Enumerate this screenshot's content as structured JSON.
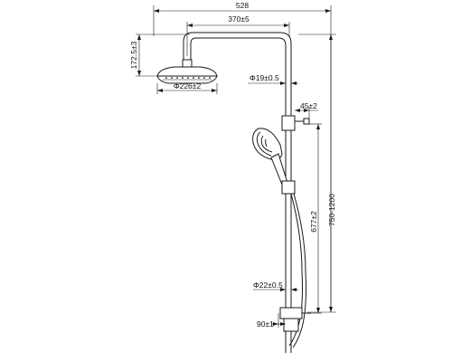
{
  "dimensions": {
    "overall_width": "528",
    "arm_length": "370±5",
    "head_height": "172.5±3",
    "head_diameter": "Φ226±2",
    "arm_pipe_diameter": "Φ19±0.5",
    "diverter_offset": "45±2",
    "height_range": "750-1200",
    "slide_height": "677±2",
    "bar_diameter": "Φ22±0.5",
    "inlet_offset": "90±1"
  },
  "colors": {
    "line": "#1a1a1a",
    "background": "#ffffff"
  },
  "icons": [
    "shower-head-icon",
    "hand-shower-icon",
    "diverter-icon",
    "mixer-valve-icon"
  ]
}
